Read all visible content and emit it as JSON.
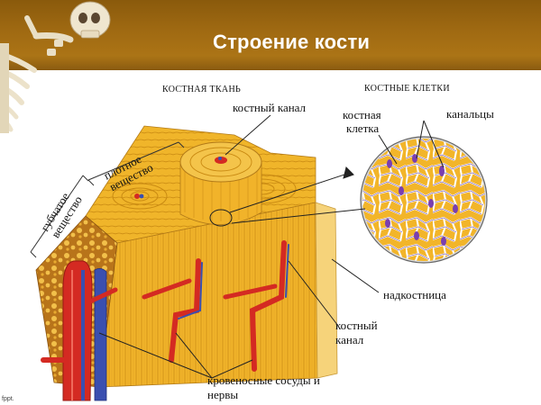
{
  "title": "Строение кости",
  "footer": "fppt.",
  "diagram": {
    "section_bone_tissue": "КОСТНАЯ ТКАНЬ",
    "section_bone_cells": "КОСТНЫЕ КЛЕТКИ",
    "bone_canal_top": "костный канал",
    "spongy_line1": "губчатое",
    "spongy_line2": "вещество",
    "compact_line1": "плотное",
    "compact_line2": "вещество",
    "cell_line1": "костная",
    "cell_line2": "клетка",
    "canaliculi": "канальцы",
    "periosteum": "надкостница",
    "bone_canal_right_line1": "костный",
    "bone_canal_right_line2": "канал",
    "vessels_line1": "кровеносные сосуды и",
    "vessels_line2": "нервы"
  },
  "colors": {
    "banner": "#a06a12",
    "bone": "#f0b52a",
    "bone_dark": "#c98a12",
    "vessel_red": "#d42a22",
    "vessel_blue": "#3a4fb0",
    "cell_purple": "#7a3fb0"
  }
}
